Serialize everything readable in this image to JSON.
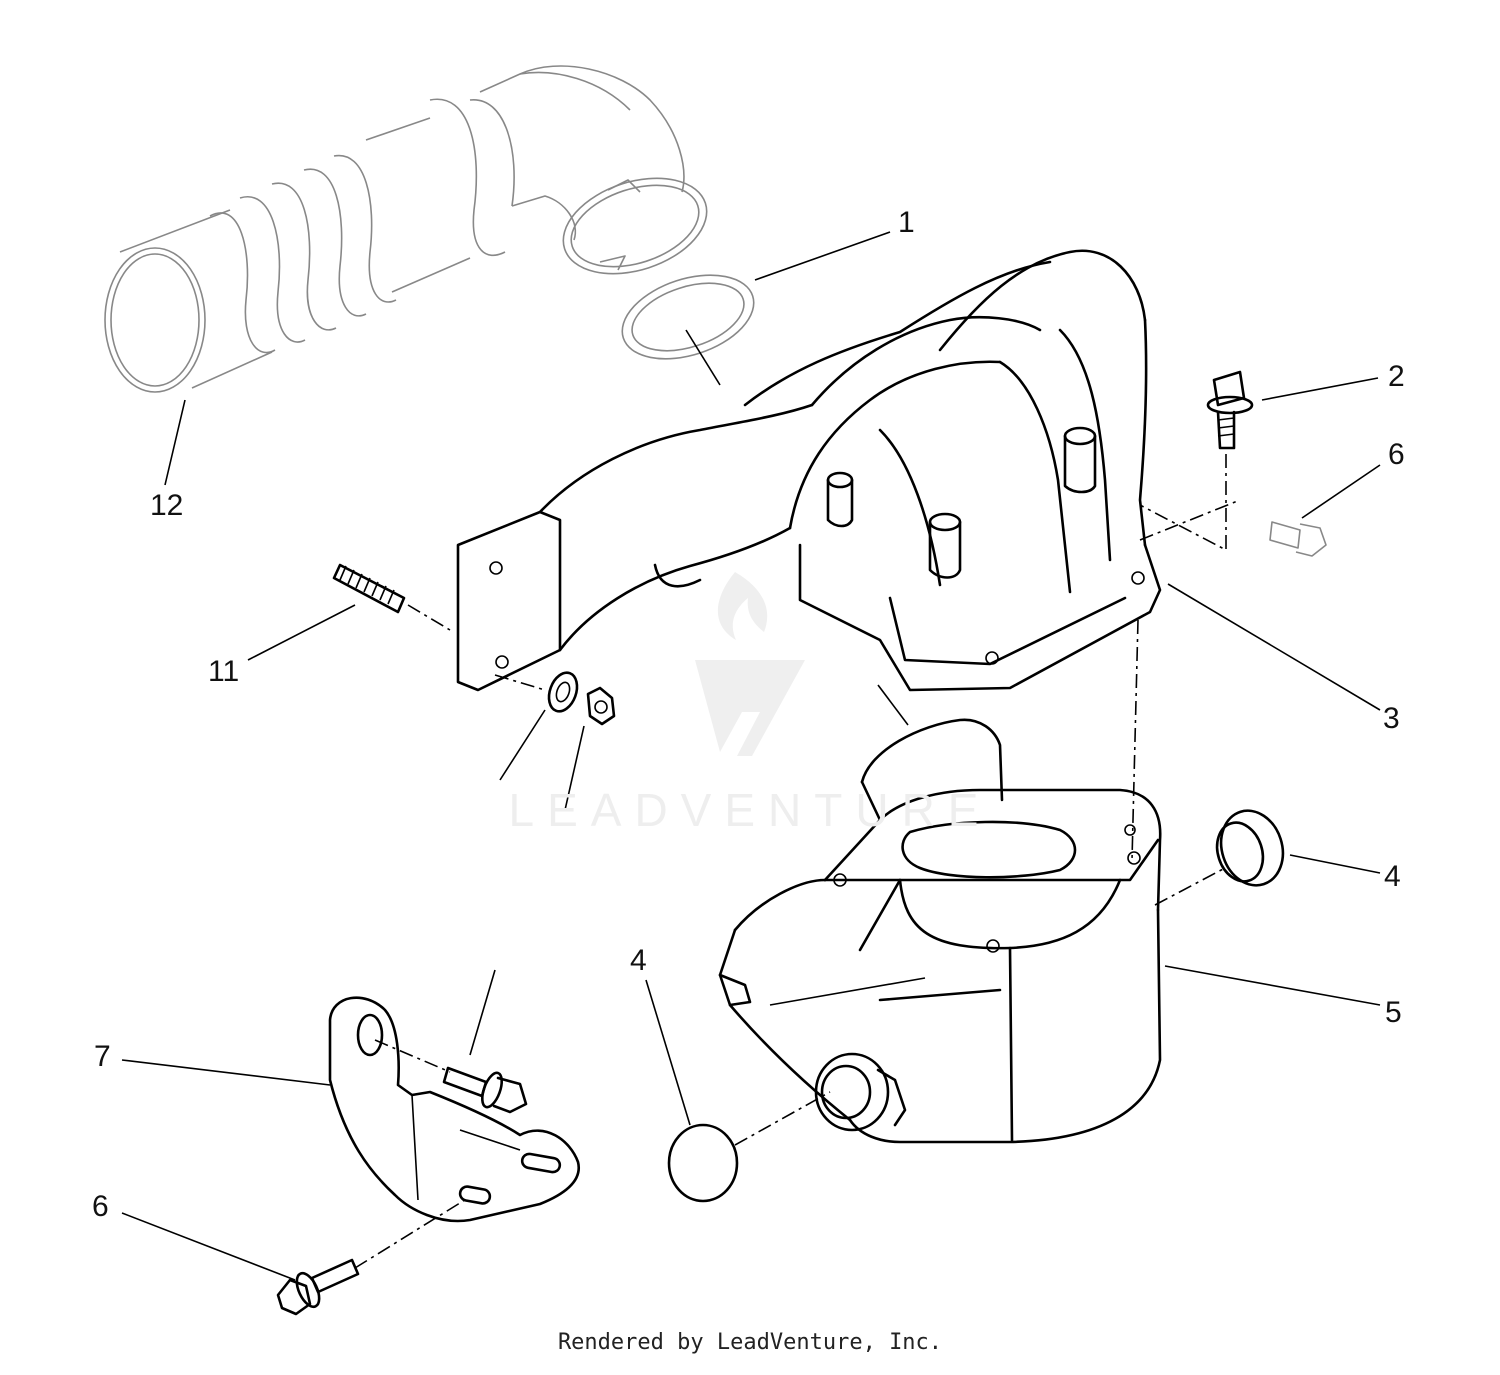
{
  "diagram": {
    "callouts": [
      "1",
      "2",
      "6",
      "3",
      "11",
      "12",
      "4",
      "4",
      "5",
      "7",
      "6"
    ],
    "watermark_text": "LEADVENTURE",
    "footer_text": "Rendered by LeadVenture, Inc."
  },
  "icons": {
    "watermark": "leadventure-flame-logo",
    "parts": [
      "intake-hose",
      "hose-clamp",
      "gasket-ring",
      "intake-manifold",
      "flange-bolt",
      "hex-bolt",
      "stud",
      "lock-washer",
      "hex-nut",
      "air-box-housing",
      "plug-cap",
      "mounting-bracket"
    ]
  }
}
